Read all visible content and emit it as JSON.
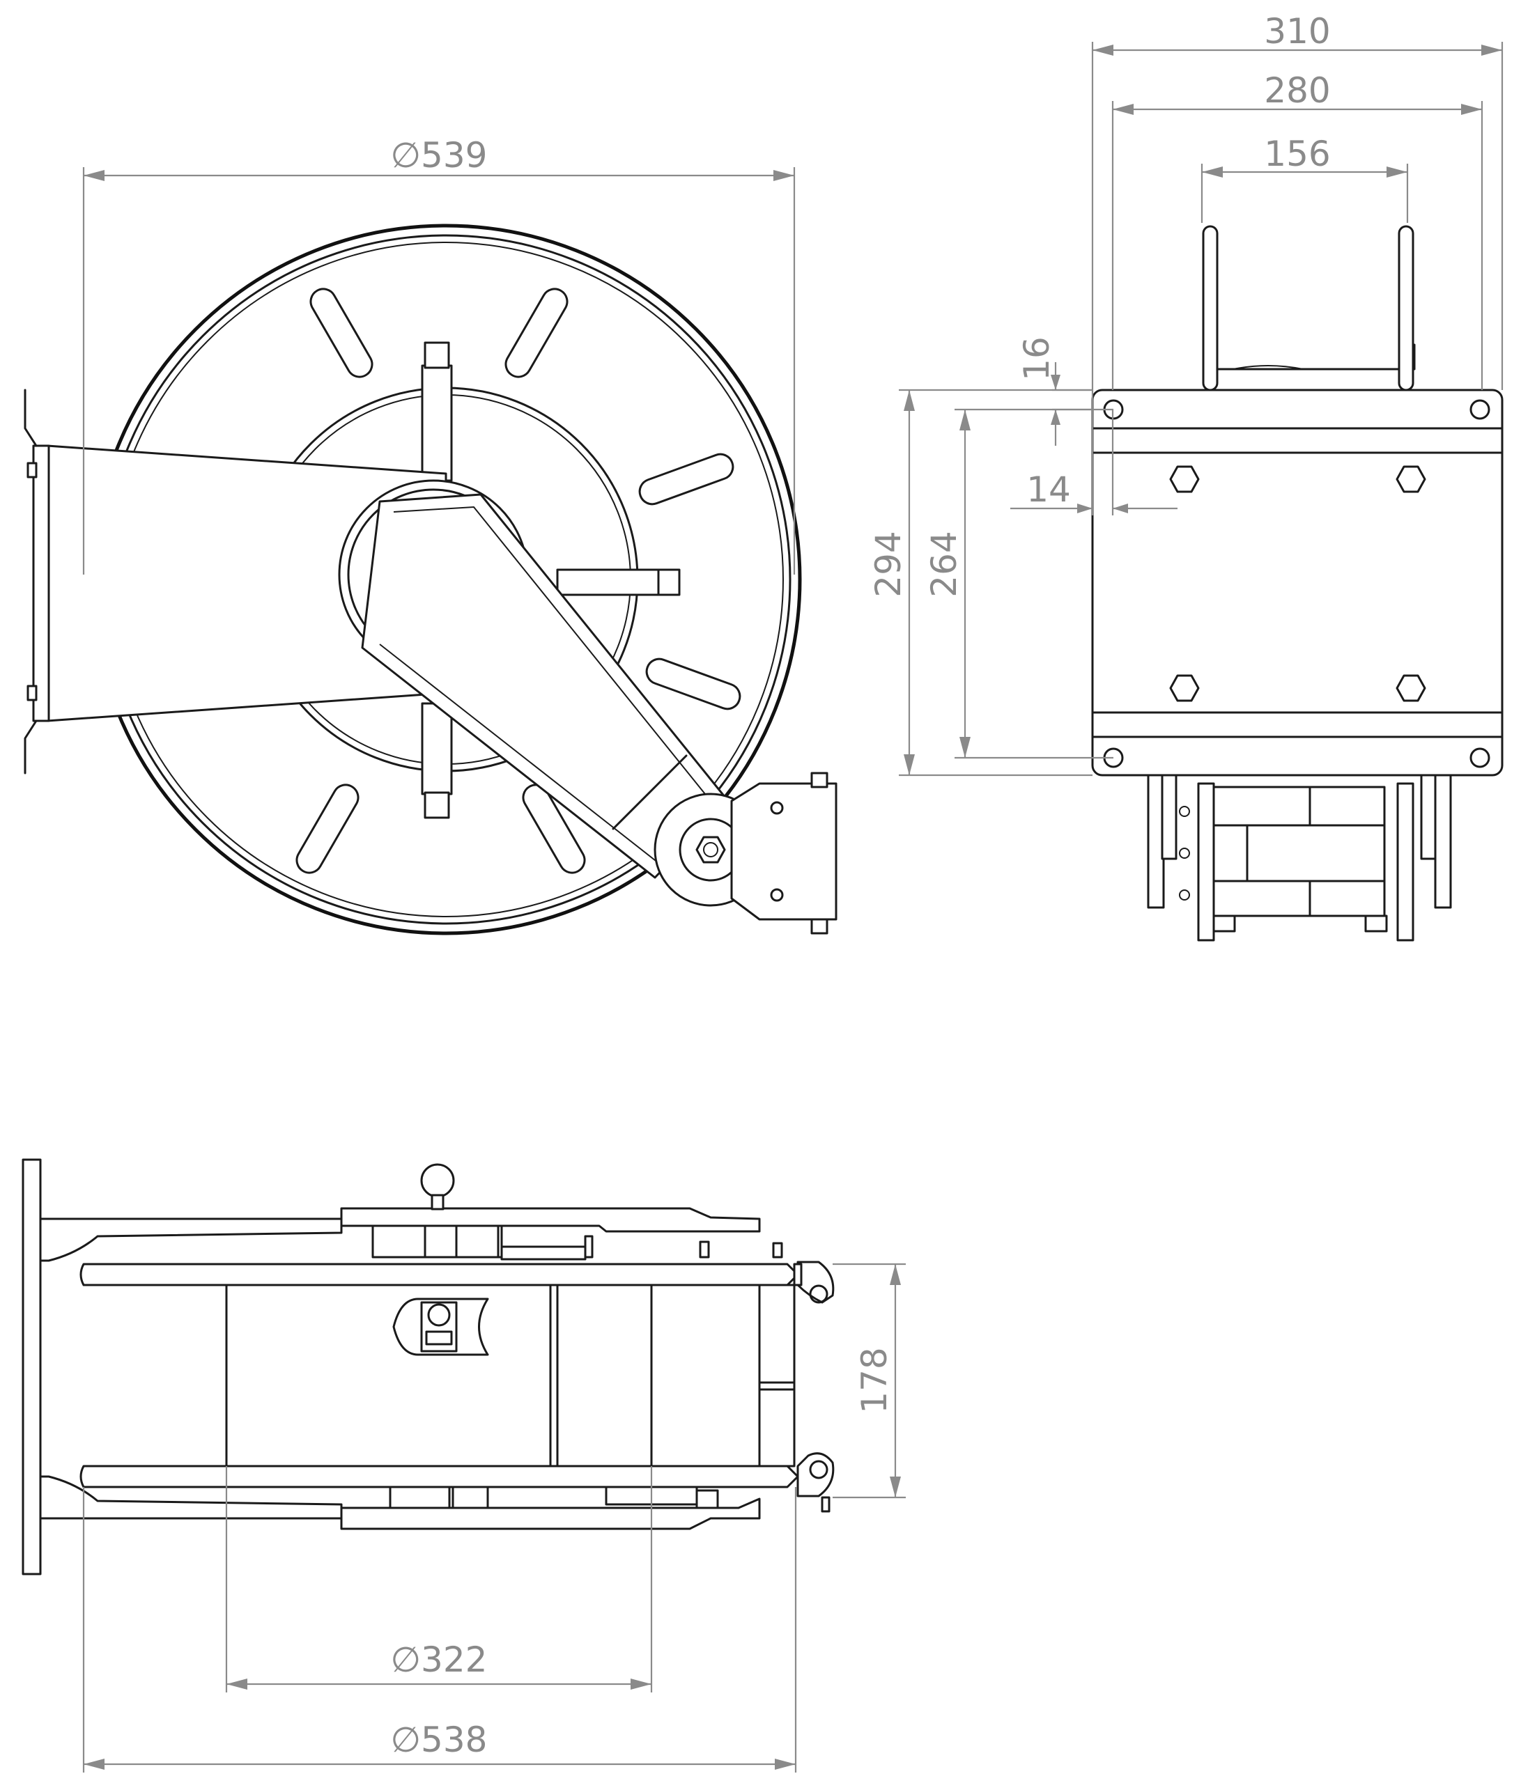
{
  "colors": {
    "line": "#1a1a1a",
    "dimension": "#8a8a8a",
    "background": "#ffffff"
  },
  "dimensions": {
    "front_diameter": "∅539",
    "side_width_outer": "310",
    "side_width_inner": "280",
    "side_width_arms": "156",
    "plate_offset_top": "16",
    "plate_offset_side": "14",
    "height_total": "294",
    "height_holes": "264",
    "bottom_depth": "178",
    "drum_diameter": "∅322",
    "disc_diameter": "∅538"
  }
}
